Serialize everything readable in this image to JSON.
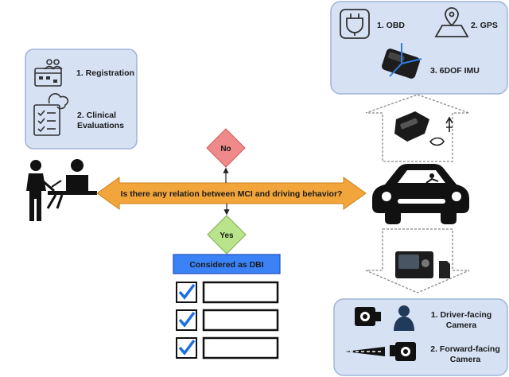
{
  "left_panel": {
    "registration": "1. Registration",
    "clinical_line1": "2. Clinical",
    "clinical_line2": "Evaluations"
  },
  "question": "Is there any relation between MCI and driving behavior?",
  "no_label": "No",
  "yes_label": "Yes",
  "dbi_title": "Considered as DBI",
  "sensors": {
    "obd": "1. OBD",
    "gps": "2. GPS",
    "imu": "3. 6DOF IMU"
  },
  "cameras": {
    "driver_line1": "1. Driver-facing",
    "driver_line2": "Camera",
    "forward_line1": "2. Forward-facing",
    "forward_line2": "Camera"
  },
  "colors": {
    "panel_fill": "#d6e1f4",
    "panel_stroke": "#9fb3da",
    "arrow_fill": "#f2a53a",
    "no_fill": "#f08a8a",
    "yes_fill": "#b9e48c",
    "dbi_fill": "#3b82f6",
    "check": "#1c6fe0"
  }
}
